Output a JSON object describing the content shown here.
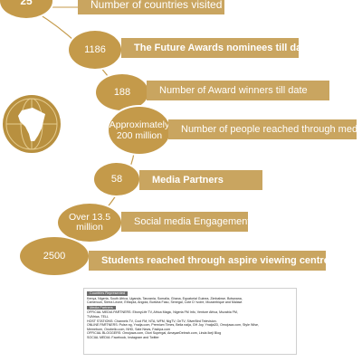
{
  "stats": [
    {
      "value": "25",
      "label": "Number of countries visited"
    },
    {
      "value": "1186",
      "label": "The Future Awards nominees till date"
    },
    {
      "value": "188",
      "label": "Number of Award winners till date"
    },
    {
      "value": "Approximately 200 million",
      "label": "Number of people reached through media"
    },
    {
      "value": "58",
      "label": "Media Partners"
    },
    {
      "value": "Over 13.5 million",
      "label": "Social media Engagements"
    },
    {
      "value": "2500",
      "label": "Students reached through aspire viewing centre"
    }
  ],
  "info": {
    "countries_heading": "Countries Represented",
    "countries_line1": "Kenya, Nigeria, South Africa, Uganda, Tanzania, Somalia, Ghana, Equatorial Guinea, Zimbabwe, Botswana,",
    "countries_line2": "Cameroun, Sierra Leone, Ethiopia, Angola, Burkina Faso, Senegal, Cote D' Ivoire, Mozambique and Malawi.",
    "media_heading": "Media Partners",
    "media_line1": "OFFICIAL MEDIA PARTNERS: EbonyLife TV, Africa Magic, Nigeria FM Info, Venture Africa, Mozabia FM,",
    "media_line2": "TVAfrica, TELL",
    "media_line3": "HOST STATIONS: Channels TV, Cool FM, NTA, WFM, NigTV, OnTV, SilverBird Television.",
    "media_line4": "ONLINE PARTNERS: Pulse.ng, Ynaija.com, Premium Times, Bella naija, GH Joy, Ynaija2D, Omojuwa.com, Style Wise,",
    "media_line5": "Memeburn, Onobello.com, NHD, Sabi News, Fashpa.com",
    "media_line6": "OFFICIAL BLOGGERS: Omojuwa.com, Olori Supergal, AmayaeDebrah.com, Linda Ikeji Blog",
    "media_line7": "SOCIAL MEDIA: Facebook, Instagram and Twitter"
  },
  "colors": {
    "bubble": "#c49a4a",
    "bar": "#c9a560",
    "arc": "#c49a4a",
    "globe": "#b8903f"
  },
  "icons": {
    "globe": "africa-globe-icon"
  }
}
